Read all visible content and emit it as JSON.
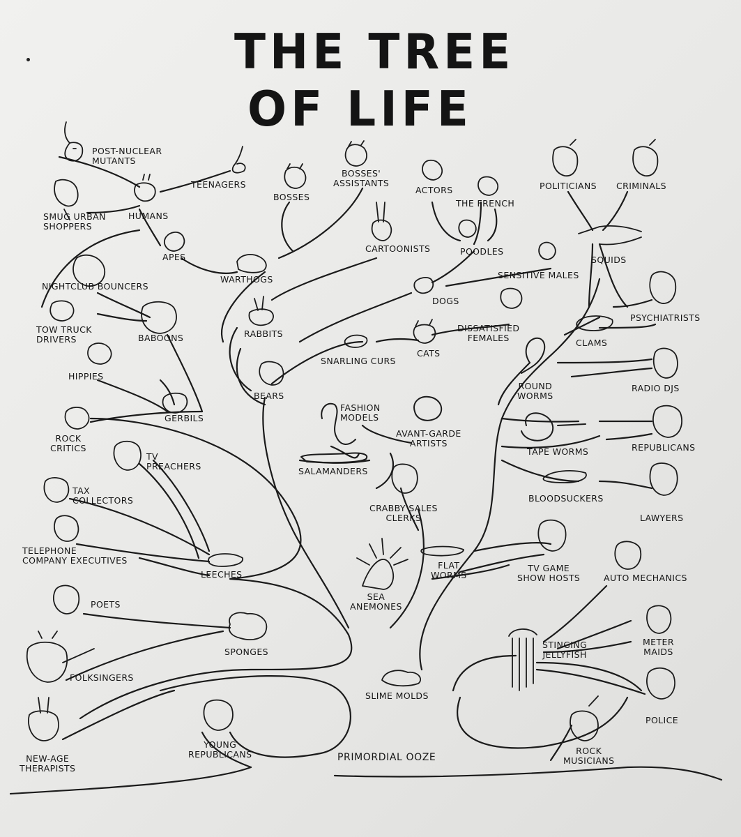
{
  "title": {
    "line1": "THE TREE",
    "line2": "OF LIFE"
  },
  "ground_label": "PRIMORDIAL OOZE",
  "labels": {
    "post_nuclear_mutants": "POST-NUCLEAR\nMUTANTS",
    "teenagers": "TEENAGERS",
    "smug_urban_shoppers": "SMUG URBAN\nSHOPPERS",
    "humans": "HUMANS",
    "apes": "APES",
    "bosses": "BOSSES",
    "bosses_assistants": "BOSSES'\nASSISTANTS",
    "actors": "ACTORS",
    "the_french": "THE FRENCH",
    "politicians": "POLITICIANS",
    "criminals": "CRIMINALS",
    "warthogs": "WARTHOGS",
    "cartoonists": "CARTOONISTS",
    "poodles": "POODLES",
    "squids": "SQUIDS",
    "sensitive_males": "SENSITIVE MALES",
    "nightclub_bouncers": "NIGHTCLUB BOUNCERS",
    "dogs": "DOGS",
    "tow_truck_drivers": "TOW TRUCK\nDRIVERS",
    "baboons": "BABOONS",
    "rabbits": "RABBITS",
    "dissatisfied_females": "DISSATISFIED\nFEMALES",
    "psychiatrists": "PSYCHIATRISTS",
    "cats": "CATS",
    "clams": "CLAMS",
    "hippies": "HIPPIES",
    "snarling_curs": "SNARLING CURS",
    "bears": "BEARS",
    "round_worms": "ROUND\nWORMS",
    "radio_djs": "RADIO DJs",
    "gerbils": "GERBILS",
    "fashion_models": "FASHION\nMODELS",
    "avant_garde_artists": "AVANT-GARDE\nARTISTS",
    "rock_critics": "ROCK\nCRITICS",
    "tv_preachers": "TV\nPREACHERS",
    "tape_worms": "TAPE WORMS",
    "republicans": "REPUBLICANS",
    "salamanders": "SALAMANDERS",
    "tax_collectors": "TAX\nCOLLECTORS",
    "bloodsuckers": "BLOODSUCKERS",
    "crabby_sales_clerks": "CRABBY SALES\nCLERKS",
    "lawyers": "LAWYERS",
    "telephone_company_executives": "TELEPHONE\nCOMPANY EXECUTIVES",
    "leeches": "LEECHES",
    "flat_worms": "FLAT\nWORMS",
    "tv_game_show_hosts": "TV GAME\nSHOW HOSTS",
    "auto_mechanics": "AUTO MECHANICS",
    "sea_anemones": "SEA\nANEMONES",
    "poets": "POETS",
    "sponges": "SPONGES",
    "stinging_jellyfish": "STINGING\nJELLYFISH",
    "meter_maids": "METER\nMAIDS",
    "folksingers": "FOLKSINGERS",
    "slime_molds": "SLIME MOLDS",
    "police": "POLICE",
    "new_age_therapists": "NEW-AGE\nTHERAPISTS",
    "young_republicans": "YOUNG\nREPUBLICANS",
    "rock_musicians": "ROCK\nMUSICIANS"
  },
  "colors": {
    "ink": "#161616",
    "paper": "#efefed"
  }
}
